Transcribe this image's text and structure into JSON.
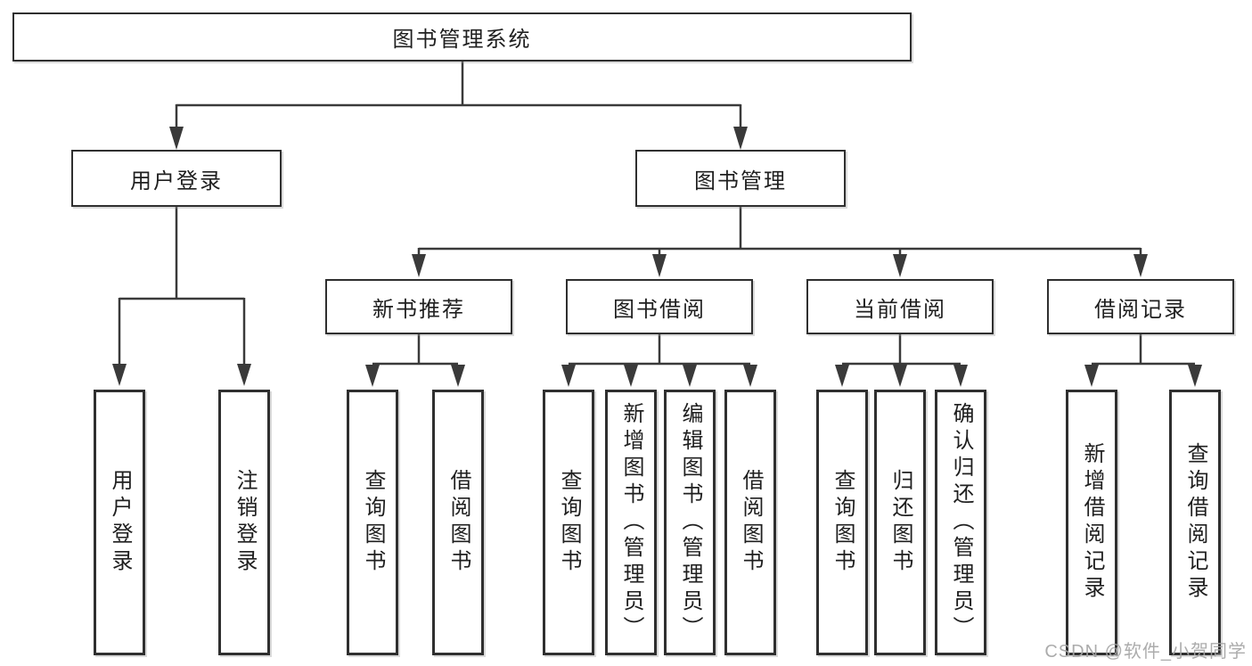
{
  "diagram": {
    "root": {
      "label": "图书管理系统",
      "children": [
        {
          "label": "用户登录",
          "children": [
            {
              "label": "用户登录"
            },
            {
              "label": "注销登录"
            }
          ]
        },
        {
          "label": "图书管理",
          "children": [
            {
              "label": "新书推荐",
              "children": [
                {
                  "label": "查询图书"
                },
                {
                  "label": "借阅图书"
                }
              ]
            },
            {
              "label": "图书借阅",
              "children": [
                {
                  "label": "查询图书"
                },
                {
                  "label": "新增图书（管理员）"
                },
                {
                  "label": "编辑图书（管理员）"
                },
                {
                  "label": "借阅图书"
                }
              ]
            },
            {
              "label": "当前借阅",
              "children": [
                {
                  "label": "查询图书"
                },
                {
                  "label": "归还图书"
                },
                {
                  "label": "确认归还（管理员）"
                }
              ]
            },
            {
              "label": "借阅记录",
              "children": [
                {
                  "label": "新增借阅记录"
                },
                {
                  "label": "查询借阅记录"
                }
              ]
            }
          ]
        }
      ]
    }
  },
  "watermark": {
    "text": "CSDN @软件_小贺同学"
  },
  "colors": {
    "line": "#3a3a3a",
    "box_border": "#2f2f2f",
    "text": "#1f1f1f",
    "watermark": "#a5a5a5",
    "background": "#ffffff"
  }
}
